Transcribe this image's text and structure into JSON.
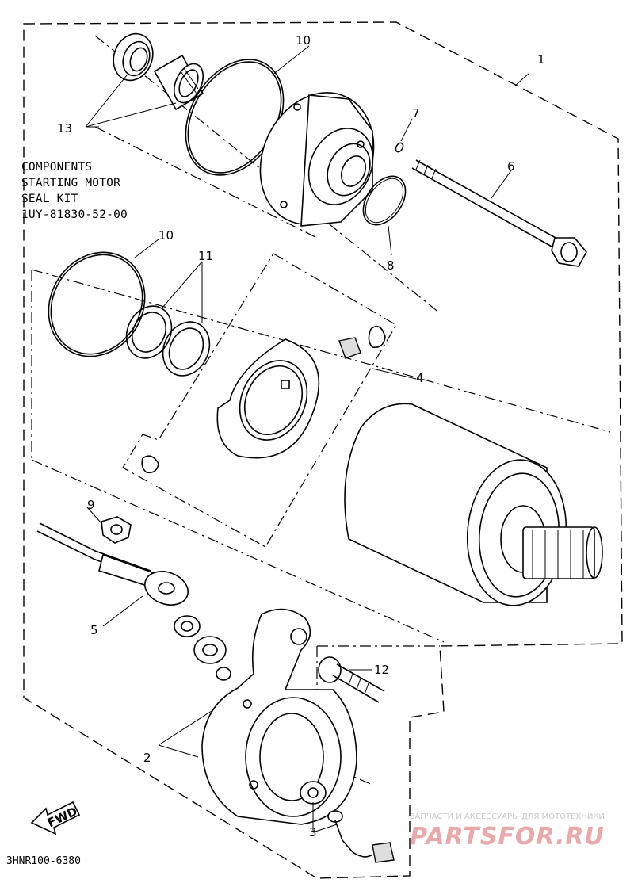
{
  "note": {
    "line1": "COMPONENTS",
    "line2": "STARTING MOTOR",
    "line3": "SEAL KIT",
    "line4": "1UY-81830-52-00"
  },
  "callouts": {
    "c1": "1",
    "c2": "2",
    "c3": "3",
    "c4": "4",
    "c5": "5",
    "c6": "6",
    "c7": "7",
    "c8": "8",
    "c9": "9",
    "c10a": "10",
    "c10b": "10",
    "c11": "11",
    "c12": "12",
    "c13": "13"
  },
  "fwd_label": "FWD",
  "diagram_code": "3HNR100-6380",
  "watermark": {
    "small": "ЗАПЧАСТИ И АКСЕССУАРЫ ДЛЯ МОТОТЕХНИКИ",
    "big": "PARTSFOR.RU"
  },
  "colors": {
    "line": "#000000",
    "watermark": "#e7a9a9"
  }
}
